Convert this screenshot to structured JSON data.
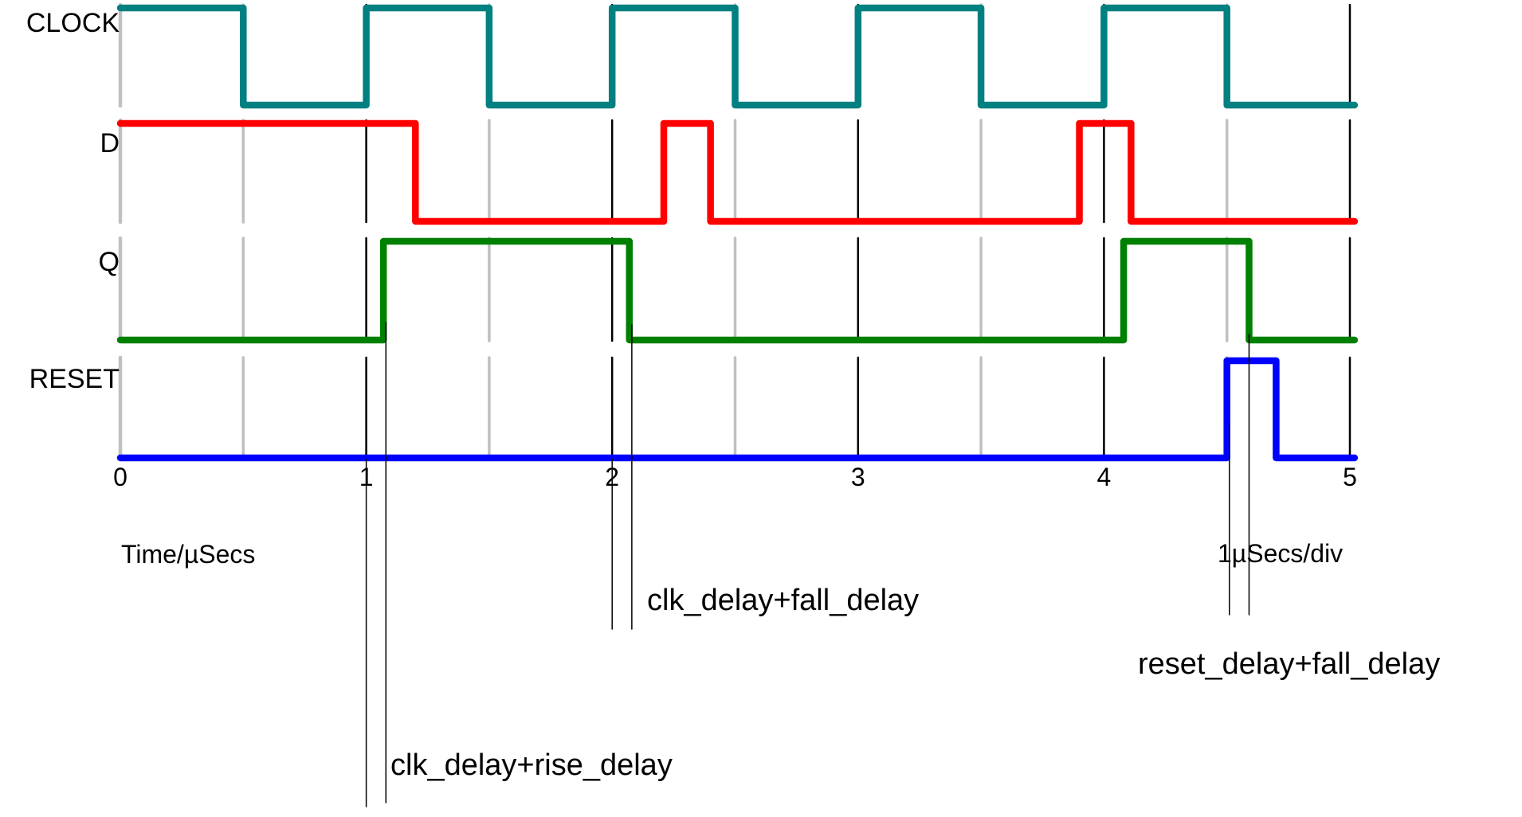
{
  "chart_data": {
    "type": "line",
    "subtype": "digital-timing-diagram",
    "title": "",
    "xlabel": "Time/µSecs",
    "scale_label": "1µSecs/div",
    "xlim": [
      0,
      5
    ],
    "xticks": [
      0,
      1,
      2,
      3,
      4,
      5
    ],
    "x_minor_ticks": [
      0.5,
      1.5,
      2.5,
      3.5,
      4.5
    ],
    "grid": {
      "major_color": "#000000",
      "minor_color": "#c0c0c0",
      "axis_color": "#c0c0c0"
    },
    "background": "#ffffff",
    "text_color": "#000000",
    "legend_position": "left-margin-row-labels",
    "signals": [
      {
        "name": "CLOCK",
        "color": "#008080",
        "initial": 1,
        "edges": [
          [
            0.5,
            0
          ],
          [
            1,
            1
          ],
          [
            1.5,
            0
          ],
          [
            2,
            1
          ],
          [
            2.5,
            0
          ],
          [
            3,
            1
          ],
          [
            3.5,
            0
          ],
          [
            4,
            1
          ],
          [
            4.5,
            0
          ]
        ]
      },
      {
        "name": "D",
        "color": "#ff0000",
        "initial": 1,
        "edges": [
          [
            1.2,
            0
          ],
          [
            2.21,
            1
          ],
          [
            2.4,
            0
          ],
          [
            3.9,
            1
          ],
          [
            4.11,
            0
          ]
        ]
      },
      {
        "name": "Q",
        "color": "#008000",
        "initial": 0,
        "edges": [
          [
            1.07,
            1
          ],
          [
            2.07,
            0
          ],
          [
            4.08,
            1
          ],
          [
            4.59,
            0
          ]
        ]
      },
      {
        "name": "RESET",
        "color": "#0000ff",
        "initial": 0,
        "edges": [
          [
            4.5,
            1
          ],
          [
            4.7,
            0
          ]
        ]
      }
    ],
    "annotations": [
      {
        "label": "clk_delay+rise_delay",
        "t1": 1.0,
        "t2": 1.08
      },
      {
        "label": "clk_delay+fall_delay",
        "t1": 2.0,
        "t2": 2.08
      },
      {
        "label": "reset_delay+fall_delay",
        "t1": 4.51,
        "t2": 4.59
      }
    ]
  }
}
